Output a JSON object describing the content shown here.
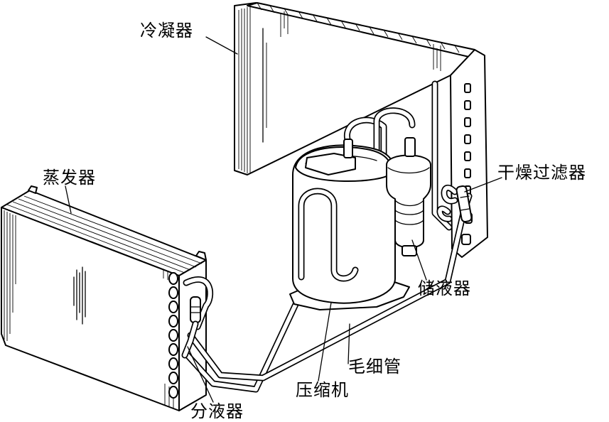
{
  "labels": {
    "condenser": "冷凝器",
    "evaporator": "蒸发器",
    "dryer_filter": "干燥过滤器",
    "receiver": "储液器",
    "capillary_tube": "毛细管",
    "compressor": "压缩机",
    "distributor": "分液器"
  }
}
